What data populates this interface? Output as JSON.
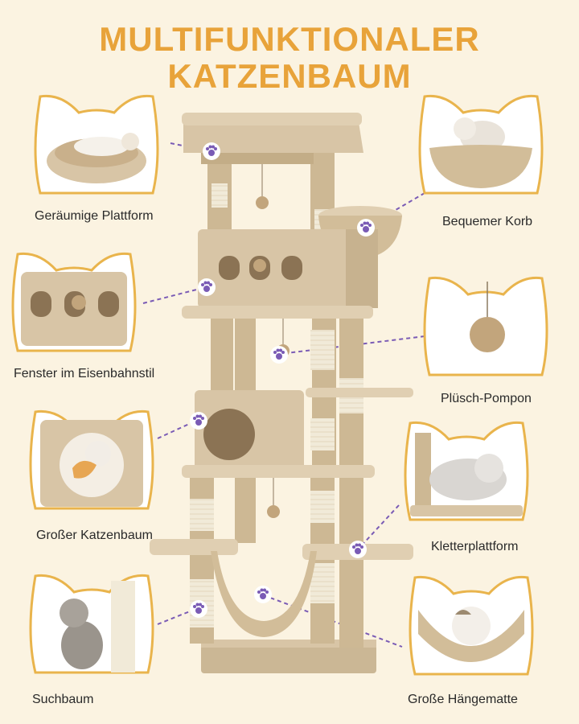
{
  "heading": {
    "line1": "MULTIFUNKTIONALER",
    "line2": "KATZENBAUM"
  },
  "colors": {
    "title": "#e8a33a",
    "background": "#fbf3e1",
    "callout_border": "#e9b44c",
    "connector": "#7a5bb5",
    "plush": "#d8c5a6",
    "sisal": "#f1ead8"
  },
  "features": [
    {
      "label": "Geräumige Plattform",
      "icon": "cat-on-platform-photo"
    },
    {
      "label": "Bequemer Korb",
      "icon": "cat-in-basket-photo"
    },
    {
      "label": "Fenster im Eisenbahnstil",
      "icon": "train-window-photo"
    },
    {
      "label": "Plüsch-Pompon",
      "icon": "pompom-ball-photo"
    },
    {
      "label": "Großer Katzenbaum",
      "icon": "cat-in-cube-photo"
    },
    {
      "label": "Kletterplattform",
      "icon": "cat-on-climbing-platform-photo"
    },
    {
      "label": "Suchbaum",
      "icon": "kitten-scratching-post-photo"
    },
    {
      "label": "Große Hängematte",
      "icon": "cat-in-hammock-photo"
    }
  ]
}
